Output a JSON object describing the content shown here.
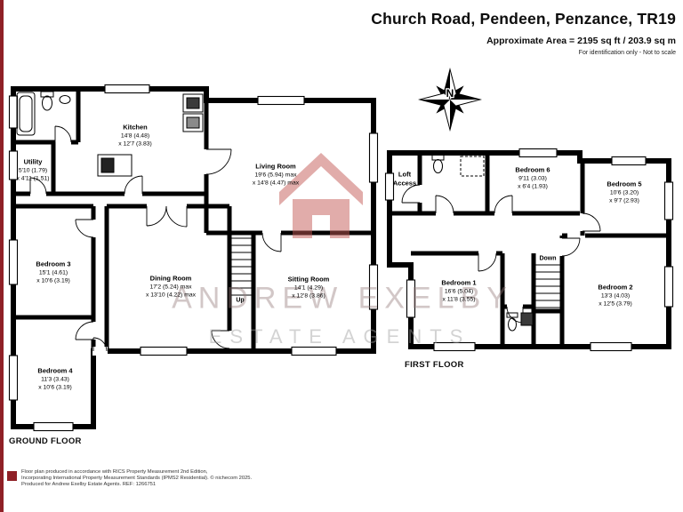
{
  "page": {
    "title": "Church Road, Pendeen, Penzance, TR19",
    "area_line": "Approximate Area = 2195 sq ft / 203.9 sq m",
    "disclaimer": "For identification only - Not to scale"
  },
  "compass": {
    "north_label": "N"
  },
  "watermark": {
    "name_line": "ANDREW EXELBY",
    "sub_line": "ESTATE AGENTS"
  },
  "ground": {
    "floor_label": "GROUND FLOOR",
    "stairs_label": "Up",
    "rooms": {
      "kitchen": {
        "name": "Kitchen",
        "dim1": "14'8 (4.48)",
        "dim2": "x 12'7 (3.83)"
      },
      "utility": {
        "name": "Utility",
        "dim1": "5'10 (1.79)",
        "dim2": "x 4'11 (1.51)"
      },
      "living": {
        "name": "Living Room",
        "dim1": "19'6 (5.94) max",
        "dim2": "x 14'8 (4.47) max"
      },
      "bedroom3": {
        "name": "Bedroom 3",
        "dim1": "15'1 (4.61)",
        "dim2": "x 10'6 (3.19)"
      },
      "dining": {
        "name": "Dining Room",
        "dim1": "17'2 (5.24) max",
        "dim2": "x 13'10 (4.22) max"
      },
      "sitting": {
        "name": "Sitting Room",
        "dim1": "14'1 (4.29)",
        "dim2": "x 12'8 (3.86)"
      },
      "bedroom4": {
        "name": "Bedroom 4",
        "dim1": "11'3 (3.43)",
        "dim2": "x 10'6 (3.19)"
      }
    }
  },
  "first": {
    "floor_label": "FIRST FLOOR",
    "stairs_label": "Down",
    "rooms": {
      "loft": {
        "name": "Loft",
        "name2": "Access"
      },
      "bedroom6": {
        "name": "Bedroom 6",
        "dim1": "9'11 (3.03)",
        "dim2": "x 6'4 (1.93)"
      },
      "bedroom5": {
        "name": "Bedroom 5",
        "dim1": "10'6 (3.20)",
        "dim2": "x 9'7 (2.93)"
      },
      "bedroom1": {
        "name": "Bedroom 1",
        "dim1": "16'6 (5.04)",
        "dim2": "x 11'8 (3.55)"
      },
      "bedroom2": {
        "name": "Bedroom 2",
        "dim1": "13'3 (4.03)",
        "dim2": "x 12'5 (3.79)"
      }
    }
  },
  "footer": {
    "line1": "Floor plan produced in accordance with RICS Property Measurement 2nd Edition,",
    "line2": "Incorporating International Property Measurement Standards (IPMS2 Residential).  © nichecom 2025.",
    "line3": "Produced for Andrew Exelby Estate Agents.   REF: 1266751"
  },
  "colors": {
    "accent_red": "#8f2026",
    "watermark_red": "#c35a55",
    "wall_black": "#000000"
  }
}
